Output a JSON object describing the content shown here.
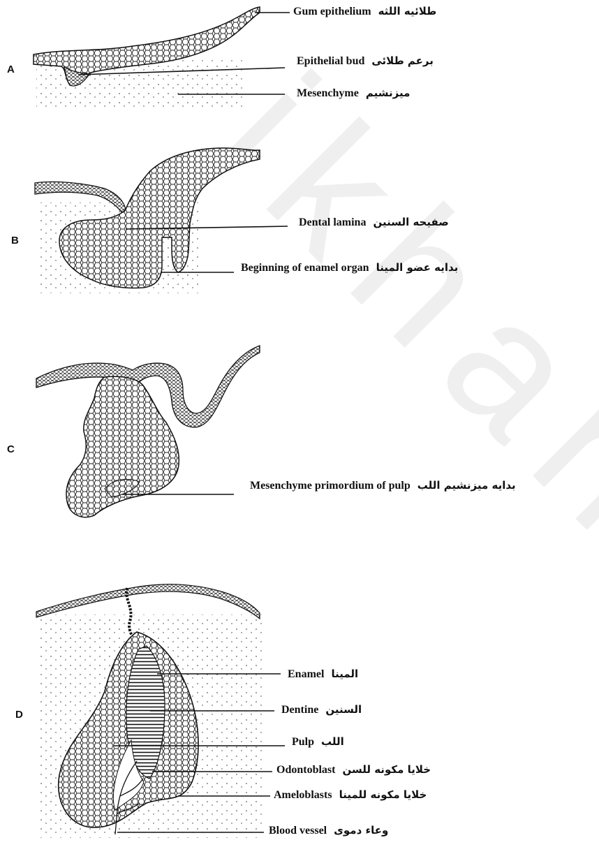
{
  "panels": {
    "A": {
      "letter": "A",
      "labels": [
        {
          "en": "Gum epithelium",
          "ar": "طلائيه اللثه"
        },
        {
          "en": "Epithelial bud",
          "ar": "برعم طلائى"
        },
        {
          "en": "Mesenchyme",
          "ar": "ميزنشيم"
        }
      ]
    },
    "B": {
      "letter": "B",
      "labels": [
        {
          "en": "Dental lamina",
          "ar": "صفيحه السنين"
        },
        {
          "en": "Beginning of enamel organ",
          "ar": "بدايه عضو المينا"
        }
      ]
    },
    "C": {
      "letter": "C",
      "labels": [
        {
          "en": "Mesenchyme primordium of pulp",
          "ar": "بدايه ميزنشيم اللب"
        }
      ]
    },
    "D": {
      "letter": "D",
      "labels": [
        {
          "en": "Enamel",
          "ar": "المينا"
        },
        {
          "en": "Dentine",
          "ar": "السنين"
        },
        {
          "en": "Pulp",
          "ar": "اللب"
        },
        {
          "en": "Odontoblast",
          "ar": "خلايا مكونه للسن"
        },
        {
          "en": "Ameloblasts",
          "ar": "خلايا مكونه للمينا"
        },
        {
          "en": "Blood vessel",
          "ar": "وعاء دموى"
        }
      ]
    }
  },
  "watermark": "ikhandl",
  "colors": {
    "ink": "#111111",
    "watermark": "#ececec",
    "tissue": "#ffffff"
  }
}
